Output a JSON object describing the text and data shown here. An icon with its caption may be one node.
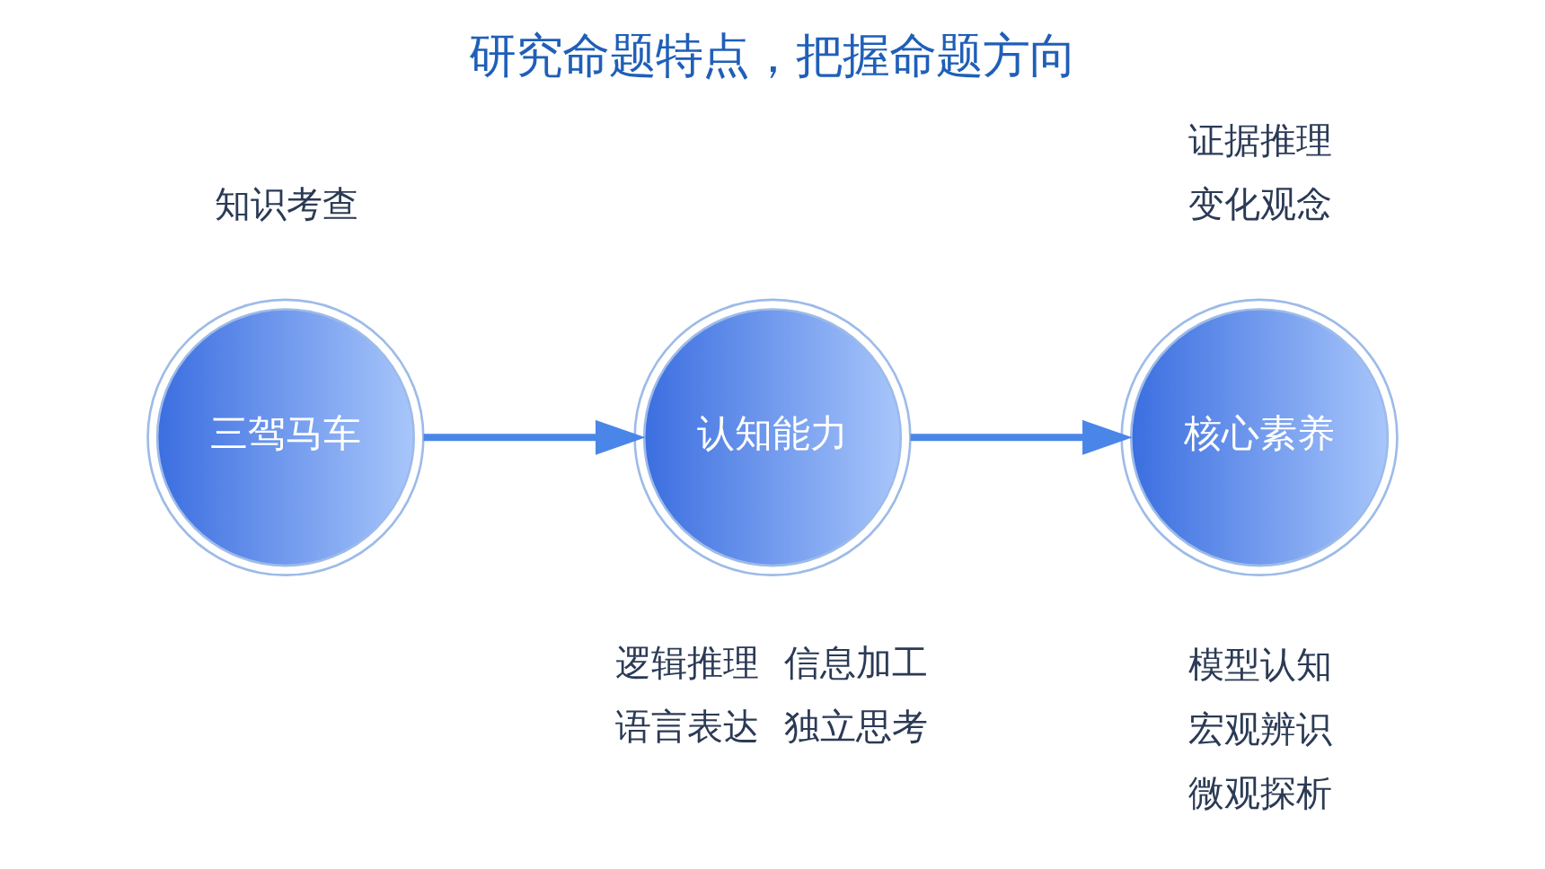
{
  "diagram": {
    "title": "研究命题特点，把握命题方向",
    "nodes": [
      {
        "text": [
          "三驾马车"
        ],
        "beside": [
          "知识考查"
        ]
      },
      {
        "text": [
          "认知能力"
        ],
        "beside": [
          "逻辑推理",
          "信息加工",
          "语言表达",
          "独立思考"
        ]
      },
      {
        "text": [
          "核心素养"
        ],
        "beside": [
          "证据推理",
          "变化观念",
          "模型认知",
          "宏观辨识",
          "微观探析"
        ]
      }
    ],
    "edges": [
      {
        "from": 0,
        "to": 1,
        "arrow": "to"
      },
      {
        "from": 1,
        "to": 2,
        "arrow": "to"
      }
    ]
  }
}
